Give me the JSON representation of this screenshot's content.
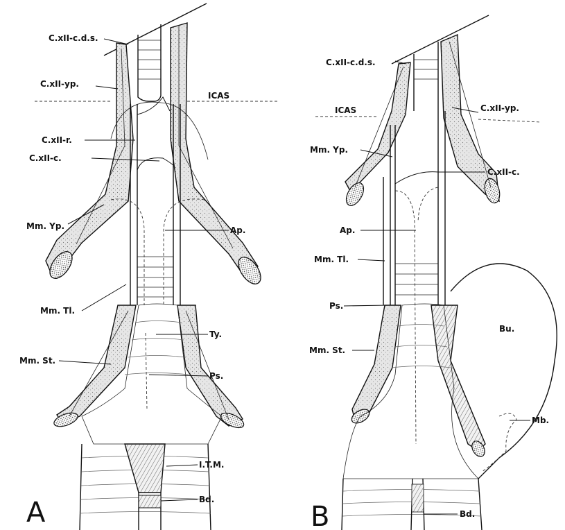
{
  "panels": {
    "a": {
      "letter": "A",
      "labels": {
        "cxii_cds": "C.xII-c.d.s.",
        "cxii_yp": "C.xII-yp.",
        "icas": "ICAS",
        "cxii_r": "C.xII-r.",
        "cxii_c": "C.xII-c.",
        "mm_yp": "Mm. Yp.",
        "ap": "Ap.",
        "mm_tl": "Mm. Tl.",
        "ty": "Ty.",
        "mm_st": "Mm. St.",
        "ps": "Ps.",
        "itm": "I.T.M.",
        "bd": "Bd."
      }
    },
    "b": {
      "letter": "B",
      "labels": {
        "cxii_cds": "C.xII-c.d.s.",
        "icas": "ICAS",
        "cxii_yp": "C.xII-yp.",
        "mm_yp": "Mm. Yp.",
        "cxii_c": "C.xII-c.",
        "ap": "Ap.",
        "mm_tl": "Mm. Tl.",
        "ps": "Ps.",
        "bu": "Bu.",
        "mm_st": "Mm. St.",
        "mb": "Mb.",
        "bd": "Bd."
      }
    }
  },
  "icons": [
    "stipple-pattern",
    "hatch-pattern"
  ]
}
